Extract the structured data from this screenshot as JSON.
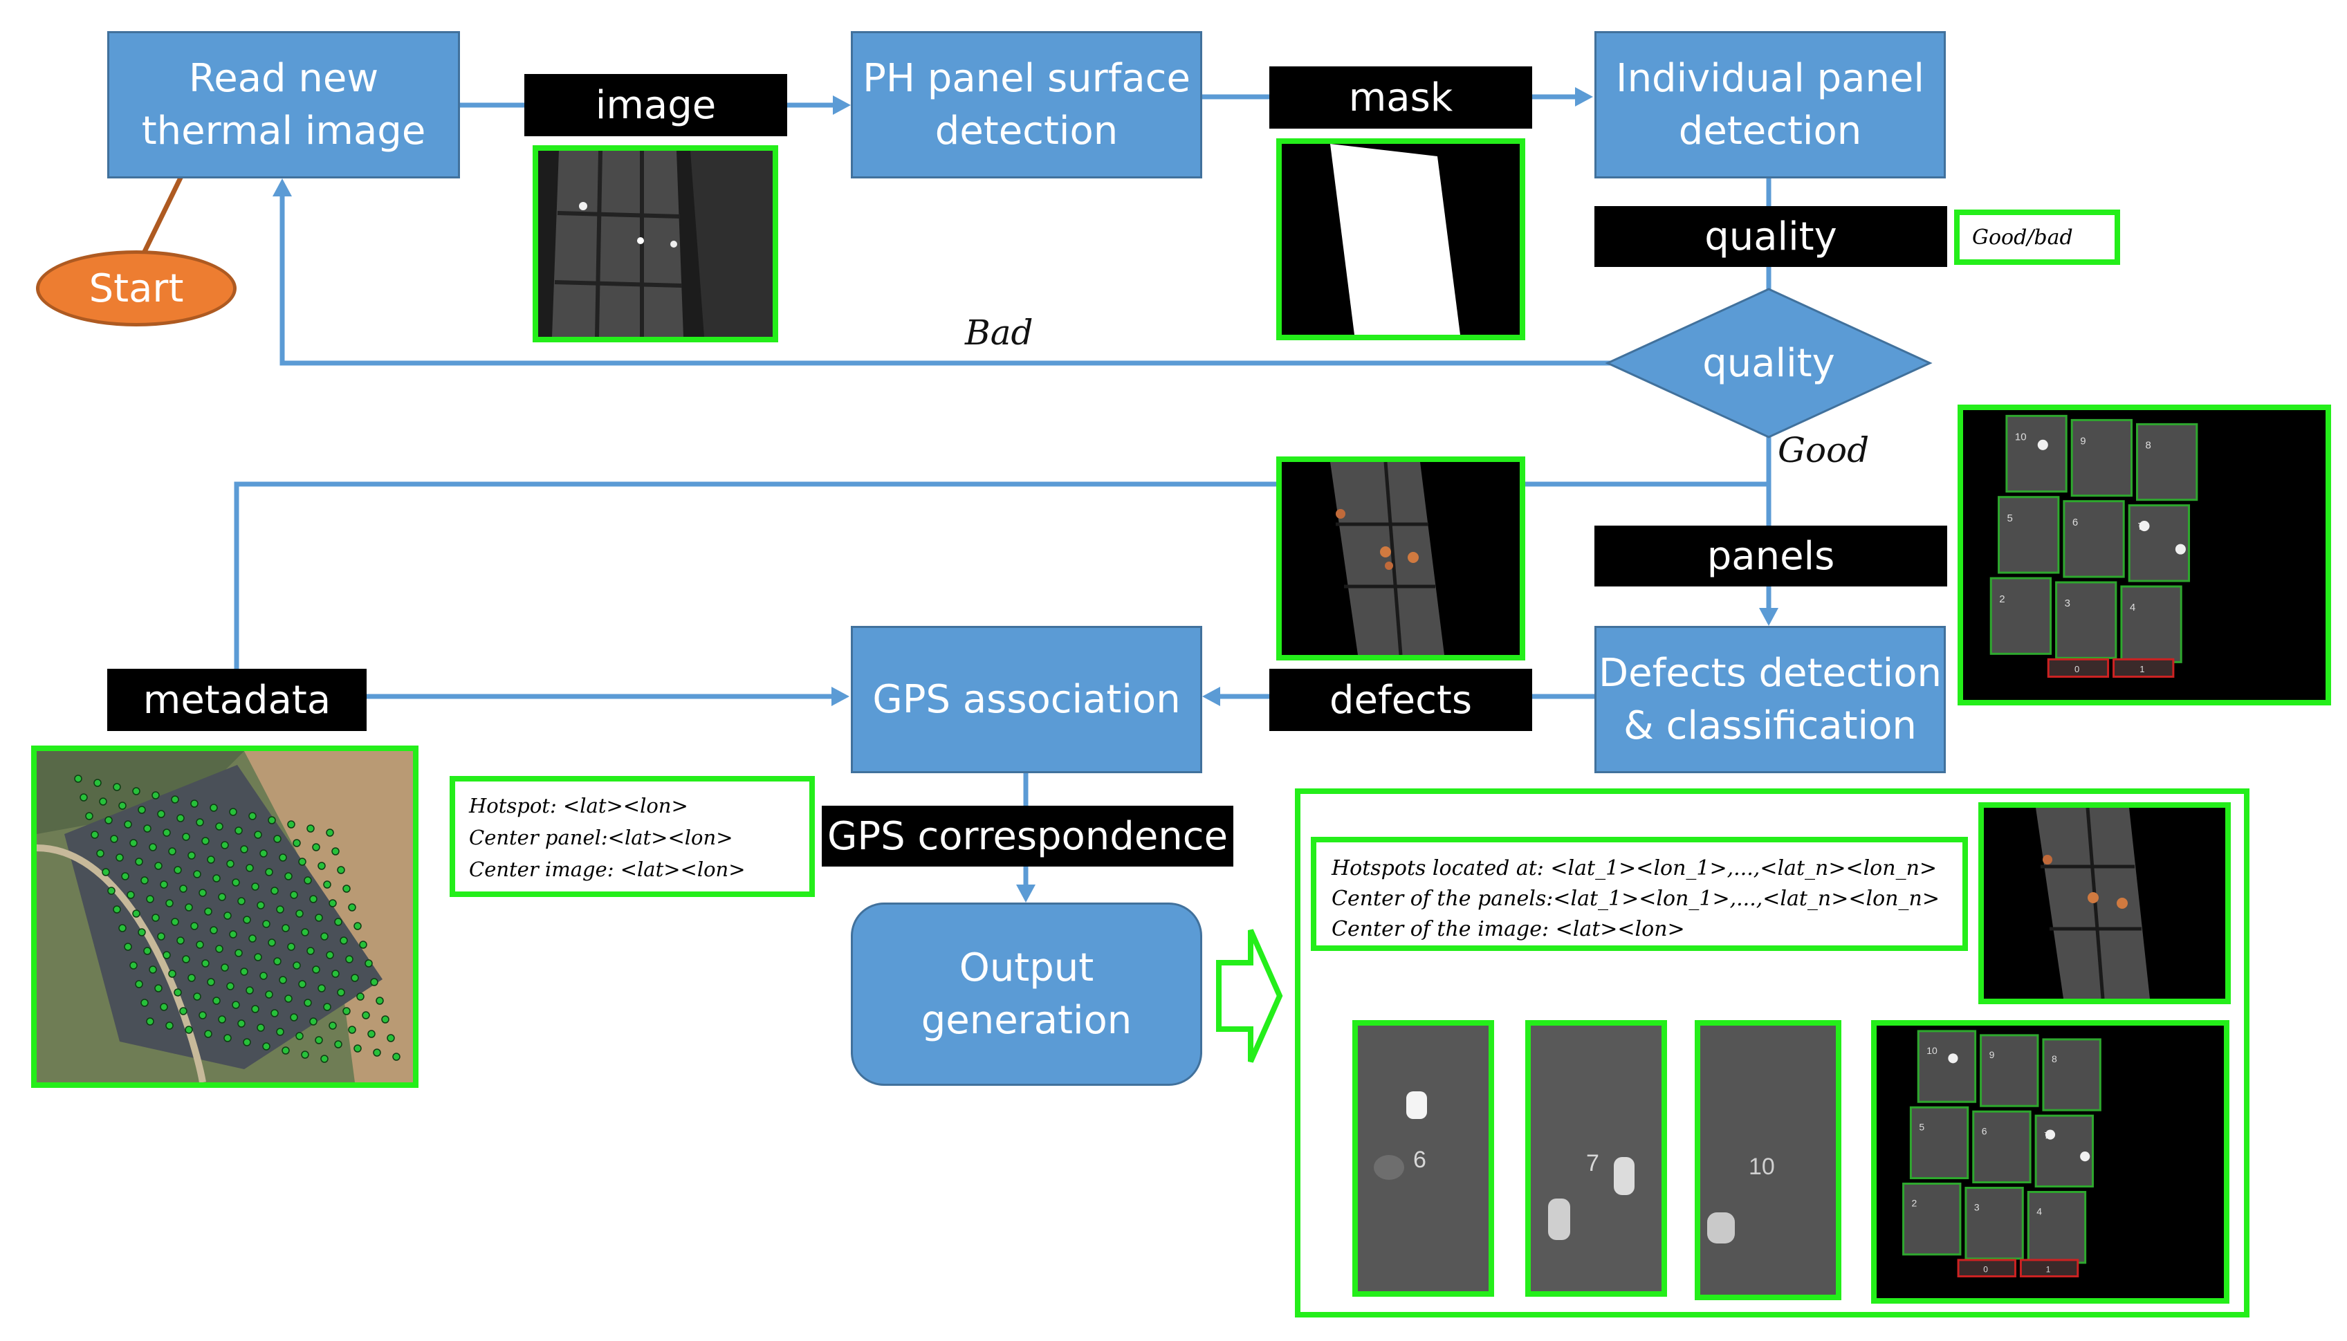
{
  "nodes": {
    "start": "Start",
    "read_image": "Read new\nthermal image",
    "ph_detection": "PH panel surface\ndetection",
    "panel_detection": "Individual panel\ndetection",
    "quality_decision": "quality",
    "defects_detection": "Defects detection\n& classification",
    "gps_association": "GPS association",
    "output_generation": "Output\ngeneration"
  },
  "labels": {
    "image": "image",
    "mask": "mask",
    "quality": "quality",
    "panels": "panels",
    "defects": "defects",
    "metadata": "metadata",
    "gps_correspondence": "GPS correspondence"
  },
  "edge_labels": {
    "bad": "Bad",
    "good": "Good"
  },
  "notes": {
    "quality_note": "Good/bad",
    "gps_note": [
      "Hotspot: <lat><lon>",
      "Center panel:<lat><lon>",
      "Center image: <lat><lon>"
    ],
    "output_note": [
      "Hotspots located at: <lat_1><lon_1>,...,<lat_n><lon_n>",
      "Center of the panels:<lat_1><lon_1>,...,<lat_n><lon_n>",
      "Center of the image: <lat><lon>"
    ]
  },
  "panel_numbers": [
    "10",
    "9",
    "8",
    "5",
    "6",
    "7",
    "2",
    "3",
    "4",
    "0",
    "1"
  ],
  "crop_numbers": [
    "6",
    "7",
    "10"
  ],
  "colors": {
    "process": "#5b9bd5",
    "process_border": "#41719c",
    "start": "#ed7d31",
    "label_bg": "#000000",
    "highlight": "#24ee1a",
    "connector": "#5b9bd5"
  }
}
